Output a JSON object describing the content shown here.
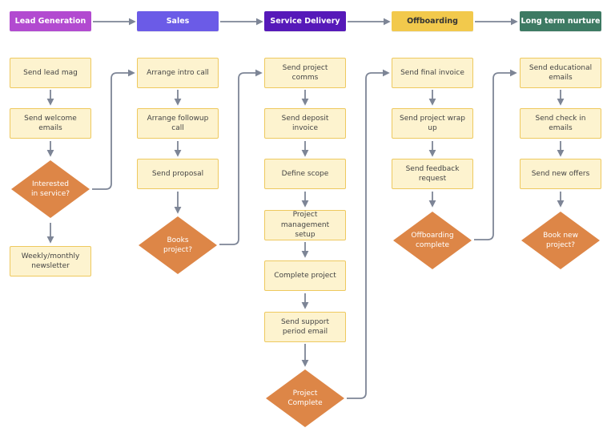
{
  "colors": {
    "lead_generation": "#b24ad0",
    "sales": "#6b5be7",
    "service_delivery": "#5619b9",
    "offboarding": "#f2c94c",
    "long_term_nurture": "#3d7a63",
    "box_fill": "#fdf3cf",
    "box_border": "#eec95f",
    "diamond_fill": "#dd8647",
    "connector": "#7d8596"
  },
  "stages": [
    {
      "label": "Lead Generation"
    },
    {
      "label": "Sales"
    },
    {
      "label": "Service Delivery"
    },
    {
      "label": "Offboarding"
    },
    {
      "label": "Long term nurture"
    }
  ],
  "lead_generation": {
    "steps": [
      "Send lead mag",
      "Send welcome emails"
    ],
    "decision": "Interested in service?",
    "after": "Weekly/monthly newsletter"
  },
  "sales": {
    "steps": [
      "Arrange intro call",
      "Arrange followup call",
      "Send proposal"
    ],
    "decision": "Books project?"
  },
  "service_delivery": {
    "steps": [
      "Send project comms",
      "Send deposit invoice",
      "Define scope",
      "Project management setup",
      "Complete project",
      "Send support period email"
    ],
    "decision": "Project Complete"
  },
  "offboarding": {
    "steps": [
      "Send final invoice",
      "Send project wrap up",
      "Send feedback request"
    ],
    "decision": "Offboarding complete"
  },
  "long_term_nurture": {
    "steps": [
      "Send educational emails",
      "Send check in emails",
      "Send new offers"
    ],
    "decision": "Book new project?"
  }
}
